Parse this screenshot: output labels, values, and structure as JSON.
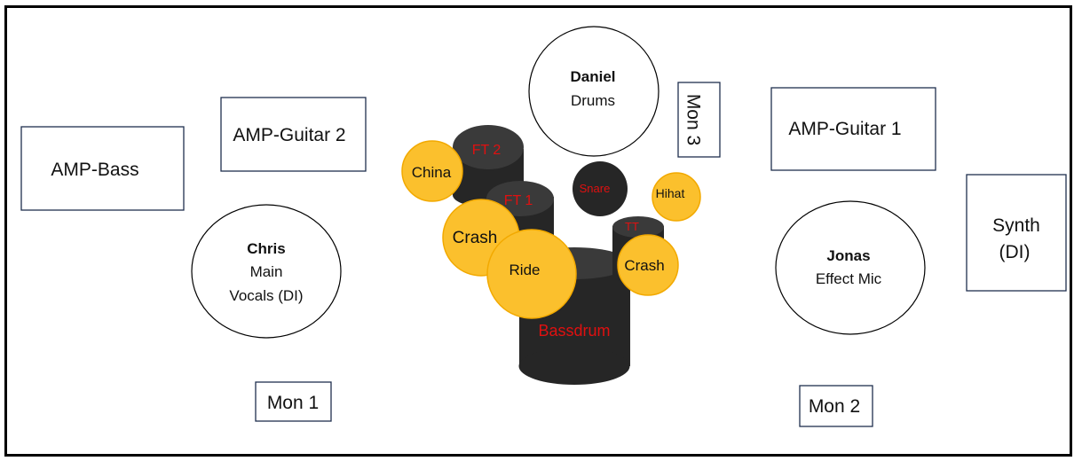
{
  "boxes": {
    "amp_bass": "AMP-Bass",
    "amp_guitar2": "AMP-Guitar 2",
    "amp_guitar1": "AMP-Guitar 1",
    "synth_line1": "Synth",
    "synth_line2": "(DI)",
    "mon1": "Mon 1",
    "mon2": "Mon 2",
    "mon3": "Mon 3"
  },
  "people": {
    "daniel": {
      "name": "Daniel",
      "role": "Drums"
    },
    "chris": {
      "name": "Chris",
      "role_line1": "Main",
      "role_line2": "Vocals (DI)"
    },
    "jonas": {
      "name": "Jonas",
      "role": "Effect Mic"
    }
  },
  "drums": {
    "ft2": "FT 2",
    "ft1": "FT 1",
    "snare": "Snare",
    "tt": "TT",
    "bassdrum": "Bassdrum"
  },
  "cymbals": {
    "china": "China",
    "crash_left": "Crash",
    "ride": "Ride",
    "hihat": "Hihat",
    "crash_right": "Crash"
  },
  "colors": {
    "cymbal": "#fbc02d",
    "drum": "#262626",
    "drum_label": "#e01010"
  }
}
